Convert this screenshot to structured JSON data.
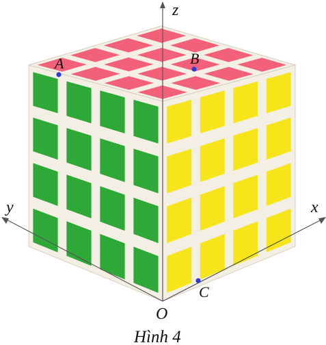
{
  "axes": {
    "x": "x",
    "y": "y",
    "z": "z",
    "origin": "O"
  },
  "points": [
    {
      "label": "A",
      "color": "#2b3bd6"
    },
    {
      "label": "B",
      "color": "#2b3bd6"
    },
    {
      "label": "C",
      "color": "#2b3bd6"
    }
  ],
  "caption": "Hình 4",
  "colors": {
    "frame": "#f4efe4",
    "frame_edge": "#d9d2c2",
    "top": "#f2607a",
    "left": "#2ea836",
    "right": "#f5e51a",
    "axis": "#555555"
  },
  "cube": {
    "grid": 4
  }
}
